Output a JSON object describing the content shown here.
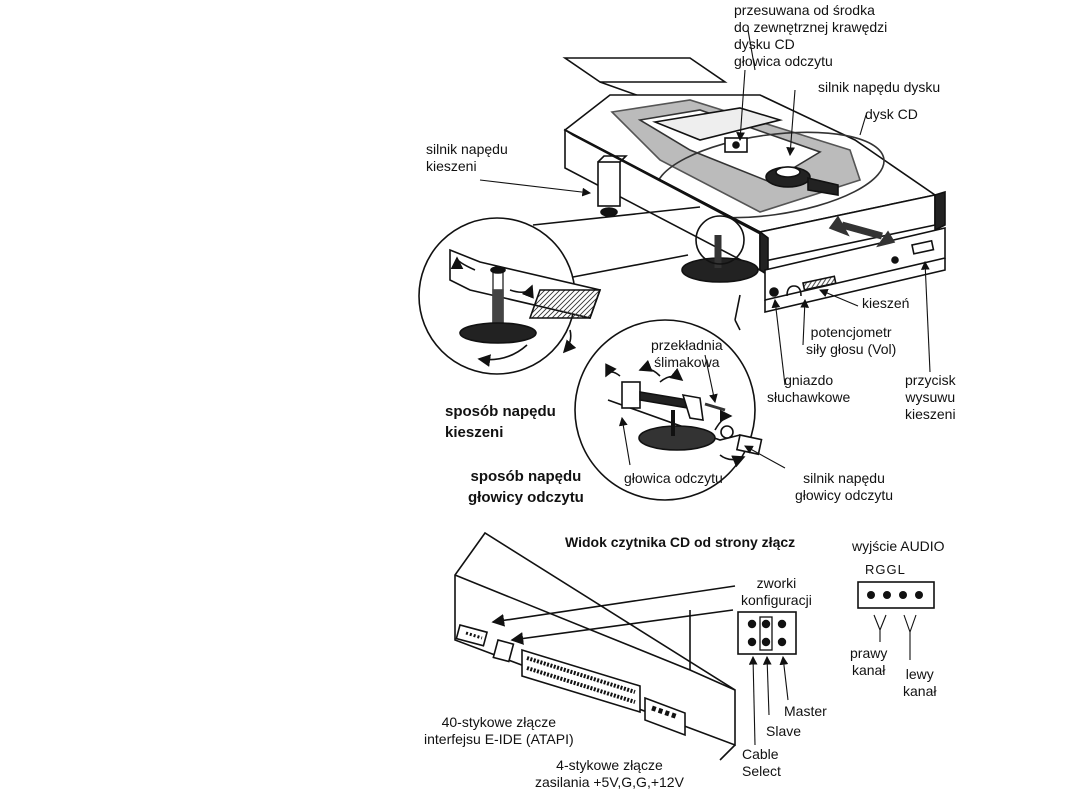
{
  "top": {
    "head_move": [
      "przesuwana od środka",
      "do zewnętrznej krawędzi",
      "dysku CD",
      "głowica odczytu"
    ],
    "disk_motor": "silnik napędu dysku",
    "cd_disc": "dysk CD",
    "tray_motor": [
      "silnik napędu",
      "kieszeni"
    ],
    "tray": "kieszeń",
    "volume": [
      "potencjometr",
      "siły głosu (Vol)"
    ],
    "headphone": [
      "gniazdo",
      "słuchawkowe"
    ],
    "eject": [
      "przycisk",
      "wysuwu",
      "kieszeni"
    ],
    "worm_gear": [
      "przekładnia",
      "ślimakowa"
    ],
    "tray_drive_method": [
      "sposób napędu",
      "kieszeni"
    ],
    "head_drive_method": [
      "sposób napędu",
      "głowicy odczytu"
    ],
    "read_head": "głowica odczytu",
    "head_motor": [
      "silnik napędu",
      "głowicy odczytu"
    ]
  },
  "bottom": {
    "title": "Widok czytnika CD od strony złącz",
    "audio_out": "wyjście AUDIO",
    "audio_pins": "RGGL",
    "right_channel": [
      "prawy",
      "kanał"
    ],
    "left_channel": [
      "lewy",
      "kanał"
    ],
    "jumpers": [
      "zworki",
      "konfiguracji"
    ],
    "master": "Master",
    "slave": "Slave",
    "cable_select": [
      "Cable",
      "Select"
    ],
    "ide": [
      "40-stykowe złącze",
      "interfejsu E-IDE (ATAPI)"
    ],
    "power": [
      "4-stykowe złącze",
      "zasilania +5V,G,G,+12V"
    ]
  }
}
